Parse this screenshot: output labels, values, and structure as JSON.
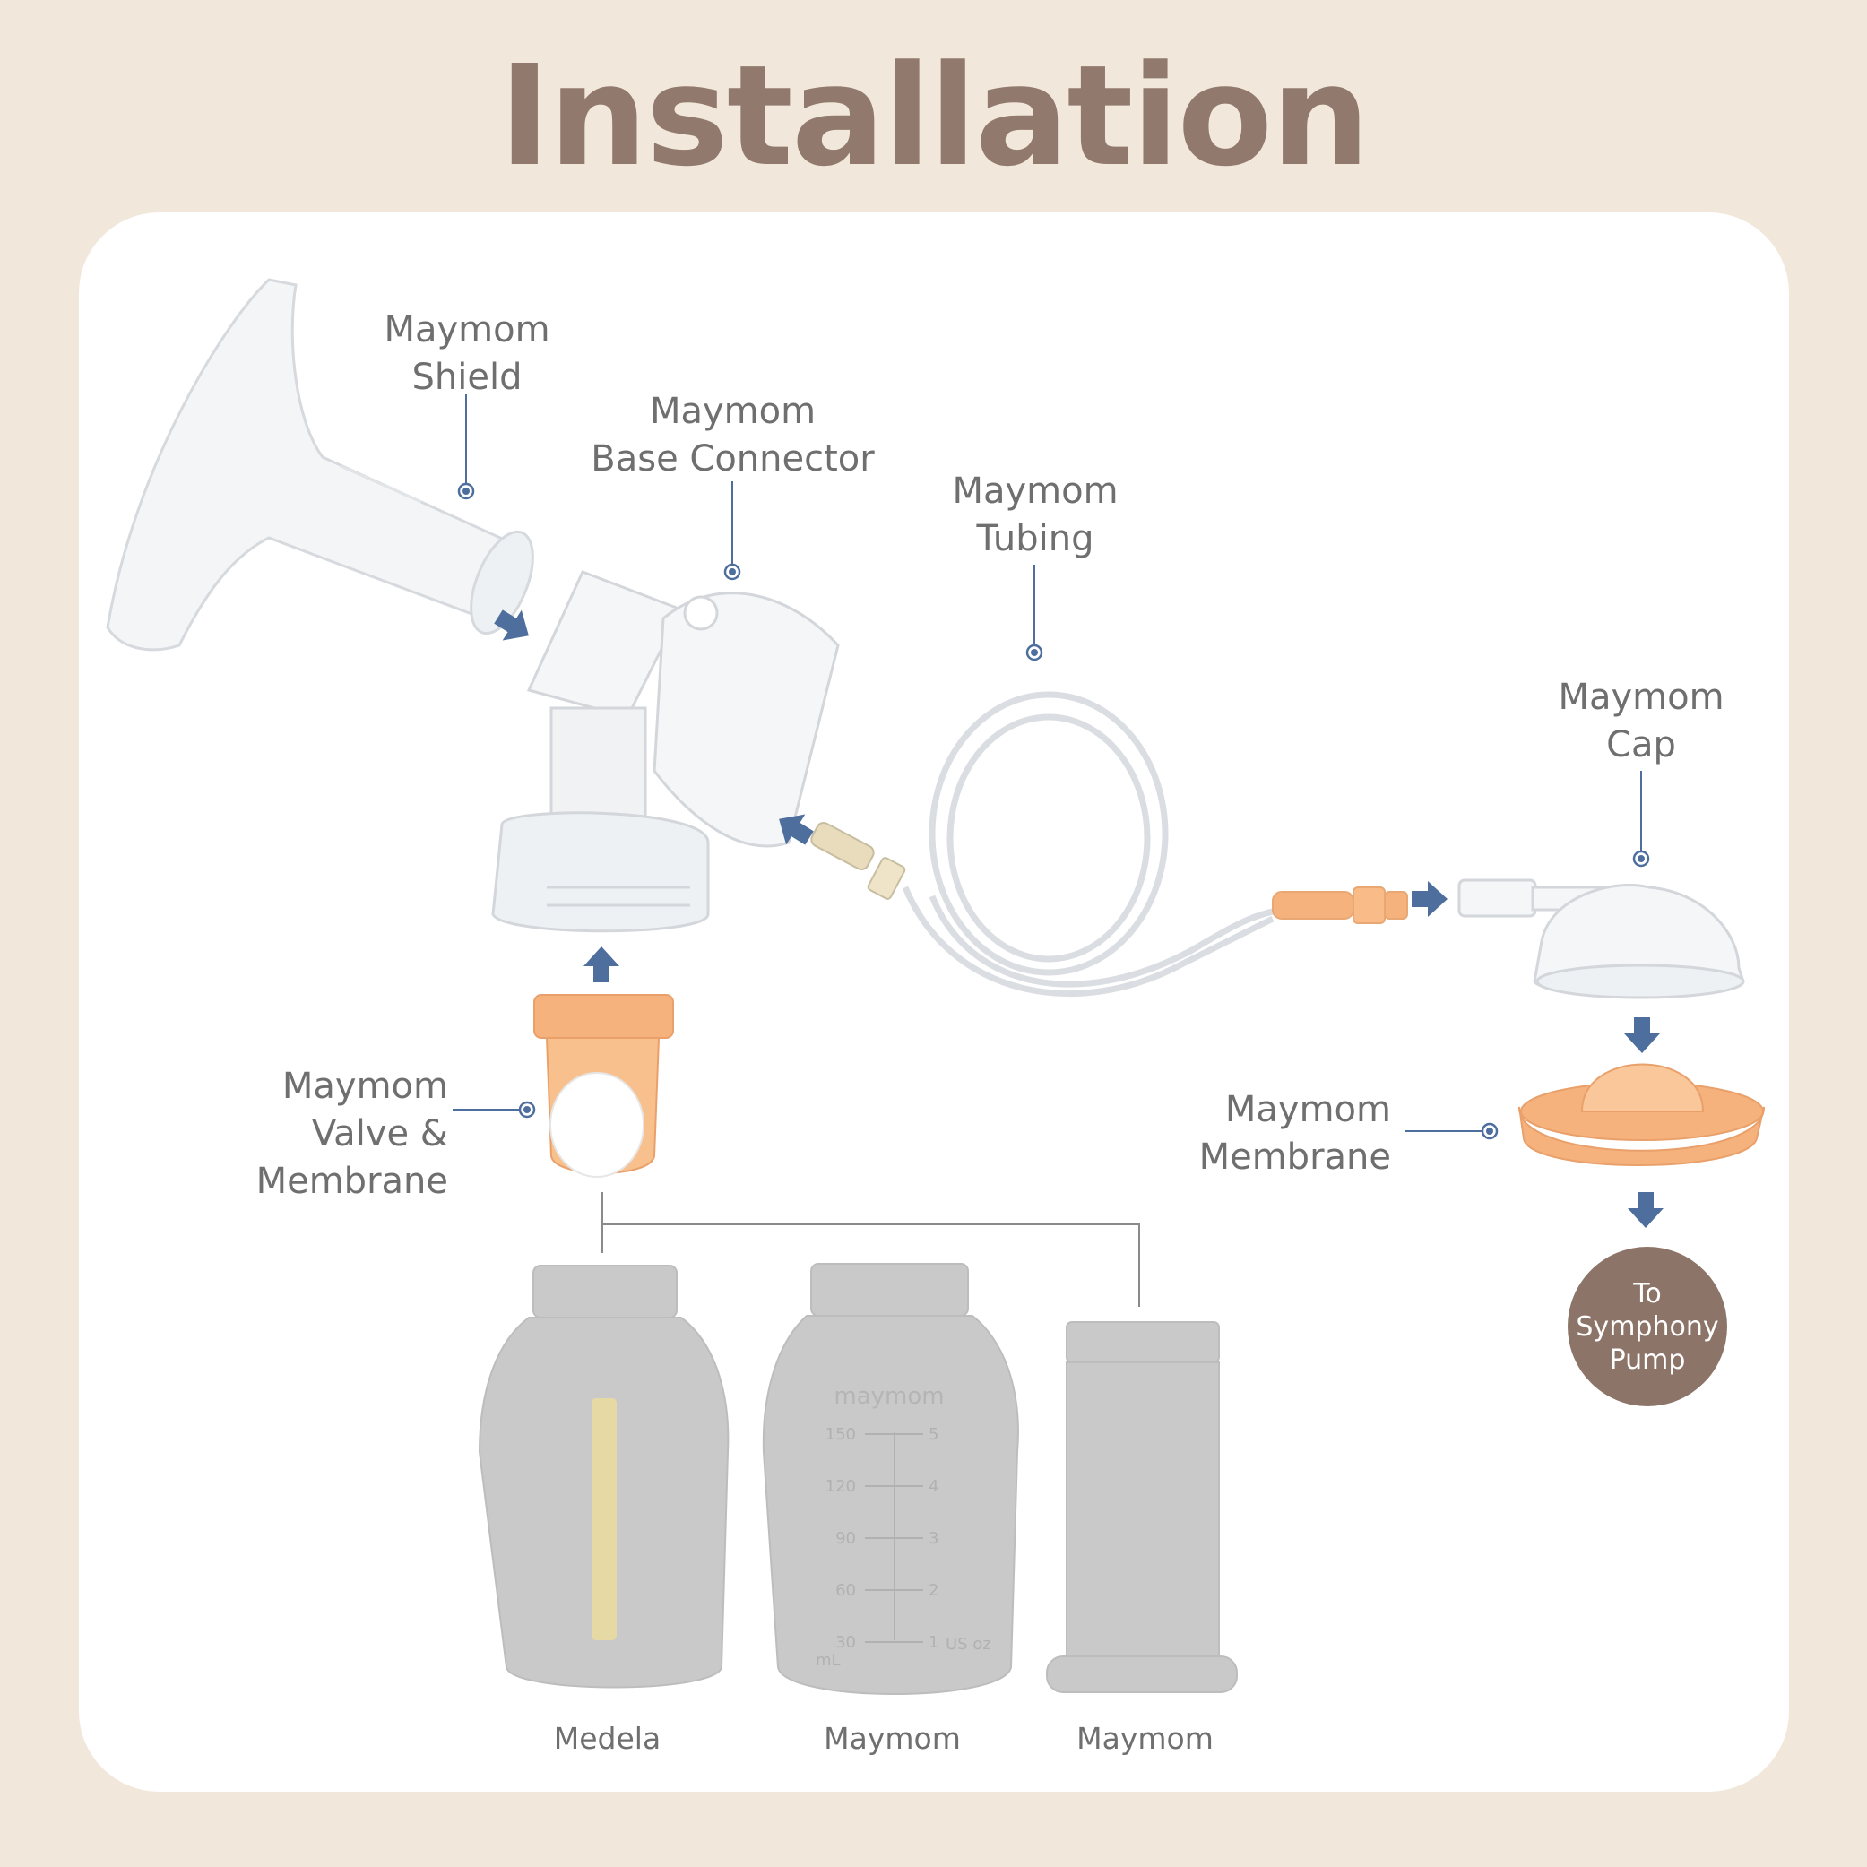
{
  "title": "Installation",
  "labels": {
    "shield": "Maymom\nShield",
    "base_connector": "Maymom\nBase Connector",
    "tubing": "Maymom\nTubing",
    "cap": "Maymom\nCap",
    "valve_membrane": "Maymom\nValve & Membrane",
    "membrane": "Maymom\nMembrane"
  },
  "bottles": [
    "Medela",
    "Maymom",
    "Maymom"
  ],
  "endpoint": "To\nSymphony\nPump",
  "bottle_markings": {
    "maymom_brand": "maymom",
    "maymom_ml": [
      "150",
      "120",
      "90",
      "60",
      "30"
    ],
    "maymom_oz": [
      "5",
      "4",
      "3",
      "2",
      "1"
    ],
    "maymom_units": [
      "mL",
      "US\noz"
    ]
  },
  "colors": {
    "background": "#f1e8db",
    "card": "#ffffff",
    "title": "#917a6d",
    "label": "#6f6f6f",
    "arrow": "#4e6f9e",
    "accent_orange": "#f6b27c",
    "bottle_gray": "#c8c8c8",
    "endpoint_circle": "#8c7468"
  }
}
